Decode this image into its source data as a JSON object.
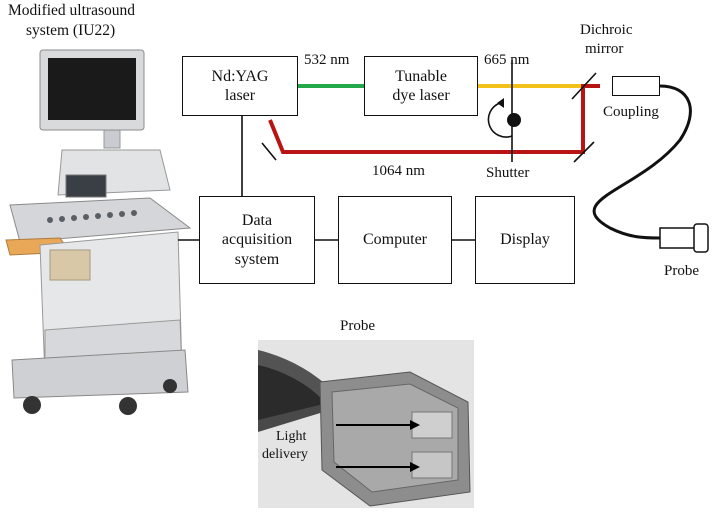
{
  "ultrasound": {
    "line1": "Modified ultrasound",
    "line2": "system (IU22)"
  },
  "boxes": {
    "ndyag": {
      "line1": "Nd:YAG",
      "line2": "laser"
    },
    "tunable": {
      "line1": "Tunable",
      "line2": "dye laser"
    },
    "daq": {
      "line1": "Data",
      "line2": "acquisition",
      "line3": "system"
    },
    "computer": "Computer",
    "display": "Display",
    "coupling": "Coupling"
  },
  "labels": {
    "wl_532": "532 nm",
    "wl_665": "665 nm",
    "wl_1064": "1064 nm",
    "shutter": "Shutter",
    "dichroic_line1": "Dichroic",
    "dichroic_line2": "mirror",
    "probe": "Probe",
    "probe_photo_title": "Probe",
    "light_line1": "Light",
    "light_line2": "delivery"
  },
  "colors": {
    "beam_532": "#22a84a",
    "beam_665": "#f2c21a",
    "beam_1064": "#b81414"
  }
}
